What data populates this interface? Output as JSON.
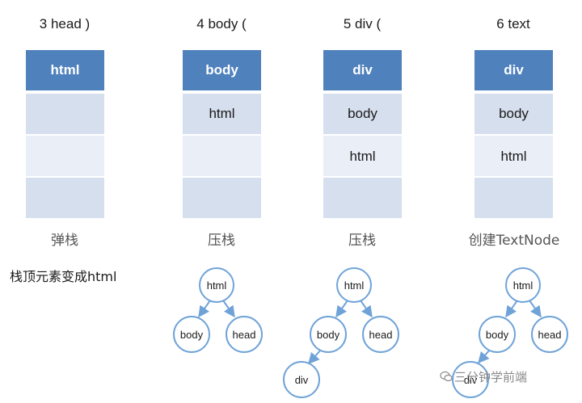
{
  "columns": [
    {
      "title": "3 head )",
      "cells": [
        "html",
        "",
        "",
        ""
      ],
      "op": "弹栈"
    },
    {
      "title": "4 body (",
      "cells": [
        "body",
        "html",
        "",
        ""
      ],
      "op": "压栈"
    },
    {
      "title": "5 div (",
      "cells": [
        "div",
        "body",
        "html",
        ""
      ],
      "op": "压栈"
    },
    {
      "title": "6 text",
      "cells": [
        "div",
        "body",
        "html",
        ""
      ],
      "op": "创建TextNode"
    }
  ],
  "note": "栈顶元素变成html",
  "trees": [
    {
      "root": "html",
      "left": "body",
      "right": "head"
    },
    {
      "root": "html",
      "left": "body",
      "right": "head",
      "child": "div"
    },
    {
      "root": "html",
      "left": "body",
      "right": "head",
      "child": "div"
    }
  ],
  "watermark": "三分钟学前端",
  "colors": {
    "stack_top": "#4f81bd",
    "stack_cell": "#d6dfee",
    "node_stroke": "#6fa3d8",
    "edge": "#6fa3d8"
  }
}
